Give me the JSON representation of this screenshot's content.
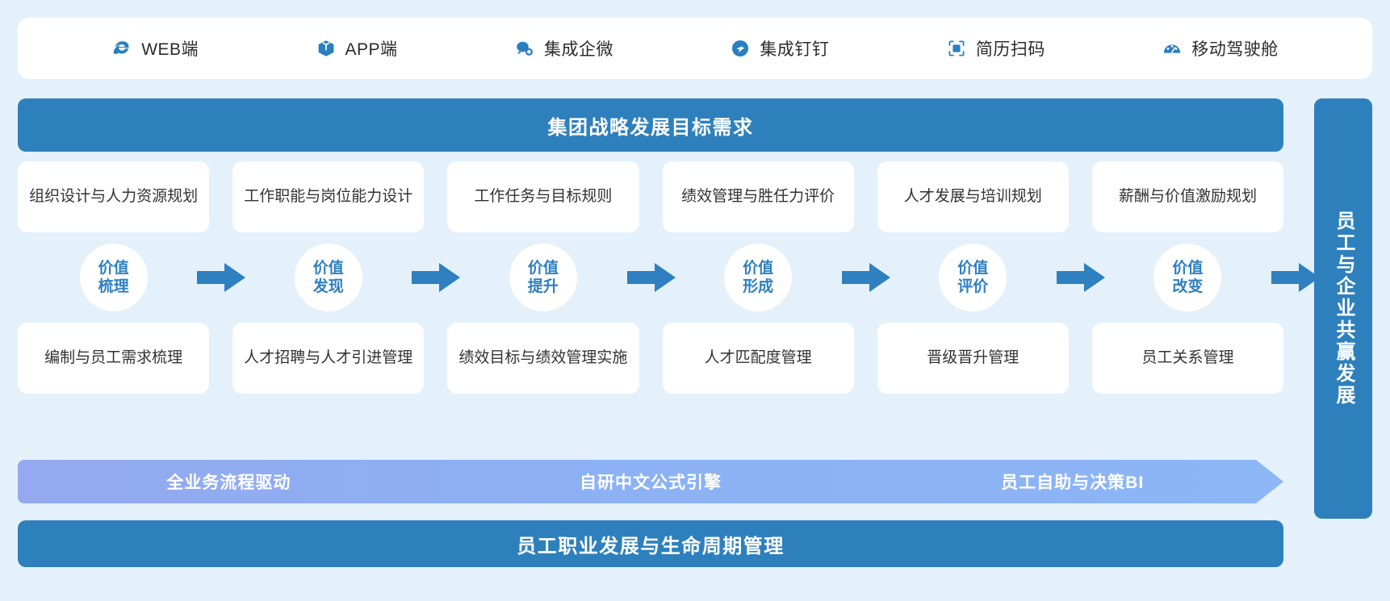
{
  "topbar": {
    "platforms": [
      {
        "label": "WEB端",
        "icon": "ie-browser-icon",
        "color": "#2a7fc1"
      },
      {
        "label": "APP端",
        "icon": "app-cube-icon",
        "color": "#2a7fc1"
      },
      {
        "label": "集成企微",
        "icon": "wecom-chat-icon",
        "color": "#2a7fc1"
      },
      {
        "label": "集成钉钉",
        "icon": "dingtalk-icon",
        "color": "#2a7fc1"
      },
      {
        "label": "简历扫码",
        "icon": "scan-code-icon",
        "color": "#2a7fc1"
      },
      {
        "label": "移动驾驶舱",
        "icon": "dashboard-gauge-icon",
        "color": "#2a7fc1"
      }
    ]
  },
  "header_band": {
    "title": "集团战略发展目标需求"
  },
  "footer_band": {
    "title": "员工职业发展与生命周期管理"
  },
  "sidebar": {
    "title": "员工与企业共赢发展"
  },
  "columns": [
    {
      "top_card": "组织设计与人力资源规划",
      "stage_line1": "价值",
      "stage_line2": "梳理",
      "bottom_card": "编制与员工需求梳理"
    },
    {
      "top_card": "工作职能与岗位能力设计",
      "stage_line1": "价值",
      "stage_line2": "发现",
      "bottom_card": "人才招聘与人才引进管理"
    },
    {
      "top_card": "工作任务与目标规则",
      "stage_line1": "价值",
      "stage_line2": "提升",
      "bottom_card": "绩效目标与绩效管理实施"
    },
    {
      "top_card": "绩效管理与胜任力评价",
      "stage_line1": "价值",
      "stage_line2": "形成",
      "bottom_card": "人才匹配度管理"
    },
    {
      "top_card": "人才发展与培训规划",
      "stage_line1": "价值",
      "stage_line2": "评价",
      "bottom_card": "晋级晋升管理"
    },
    {
      "top_card": "薪酬与价值激励规划",
      "stage_line1": "价值",
      "stage_line2": "改变",
      "bottom_card": "员工关系管理"
    }
  ],
  "flow_banner": {
    "items": [
      "全业务流程驱动",
      "自研中文公式引擎",
      "员工自助与决策BI"
    ]
  },
  "colors": {
    "page_background": "#e4f1fb",
    "band_blue": "#2e80bd",
    "stage_text_blue": "#2f80c0",
    "arrow_blue": "#2f80c0",
    "flow_gradient_start": "#94a9ef",
    "flow_gradient_end": "#8cb6f6",
    "card_white": "#ffffff"
  }
}
